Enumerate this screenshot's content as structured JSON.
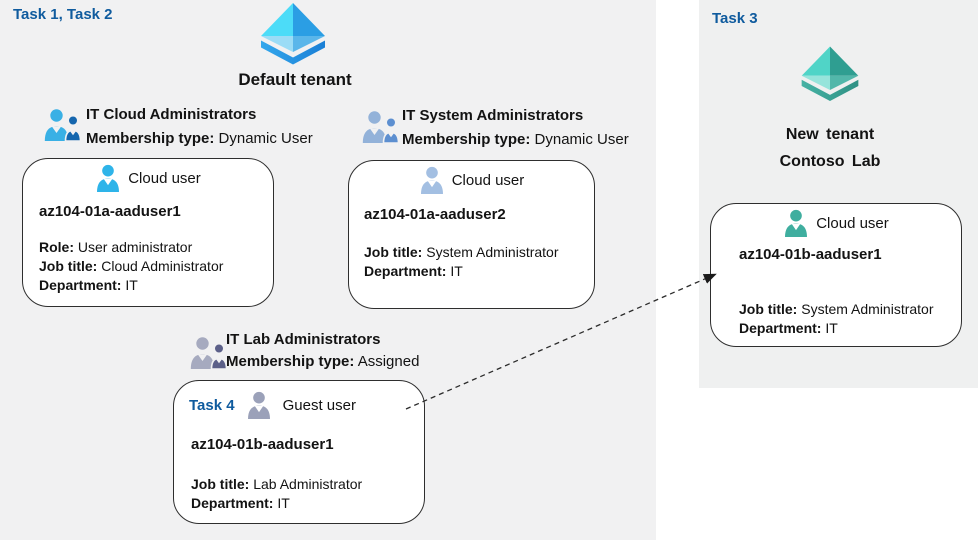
{
  "default_tenant": {
    "task_label": "Task 1, Task 2",
    "title": "Default tenant",
    "groups": [
      {
        "name": "IT Cloud Administrators",
        "membership_label": "Membership type:",
        "membership_value": "Dynamic User"
      },
      {
        "name": "IT System Administrators",
        "membership_label": "Membership type:",
        "membership_value": "Dynamic User"
      },
      {
        "name": "IT Lab Administrators",
        "membership_label": "Membership type:",
        "membership_value": "Assigned"
      }
    ],
    "users": [
      {
        "type_label": "Cloud user",
        "name": "az104-01a-aaduser1",
        "fields": [
          {
            "label": "Role:",
            "value": "User administrator"
          },
          {
            "label": "Job title:",
            "value": "Cloud Administrator"
          },
          {
            "label": "Department:",
            "value": "IT"
          }
        ]
      },
      {
        "type_label": "Cloud user",
        "name": "az104-01a-aaduser2",
        "fields": [
          {
            "label": "Job title:",
            "value": "System Administrator"
          },
          {
            "label": "Department:",
            "value": "IT"
          }
        ]
      },
      {
        "task_label": "Task 4",
        "type_label": "Guest user",
        "name": "az104-01b-aaduser1",
        "fields": [
          {
            "label": "Job title:",
            "value": "Lab Administrator"
          },
          {
            "label": "Department:",
            "value": "IT"
          }
        ]
      }
    ]
  },
  "new_tenant": {
    "task_label": "Task 3",
    "title_line1": "New tenant",
    "title_line2": "Contoso Lab",
    "user": {
      "type_label": "Cloud user",
      "name": "az104-01b-aaduser1",
      "fields": [
        {
          "label": "Job title:",
          "value": "System Administrator"
        },
        {
          "label": "Department:",
          "value": "IT"
        }
      ]
    }
  },
  "colors": {
    "task_text_blue": "#0f5b9e",
    "left_region_bg": "#f1f1f2",
    "right_panel_bg": "#eff0f0",
    "card_border": "#2e2e2e",
    "azure_cyan": "#4cdcf8",
    "azure_blue": "#2b9ee4",
    "teal_light": "#50d4c7",
    "teal_dark": "#2f9e91",
    "cloud_user_cyan": "#2eb4e9",
    "cloud_user_steel": "#a3bfe2",
    "guest_user_gray": "#9ba1b9",
    "cloud_user_teal": "#3fae9f"
  },
  "icons": {
    "default_tenant": "azure-tenant-pyramid-blue",
    "new_tenant": "azure-tenant-pyramid-teal",
    "groups": "people-duo-icon",
    "users": "person-icon",
    "arrow": "dashed-invite-arrow"
  }
}
